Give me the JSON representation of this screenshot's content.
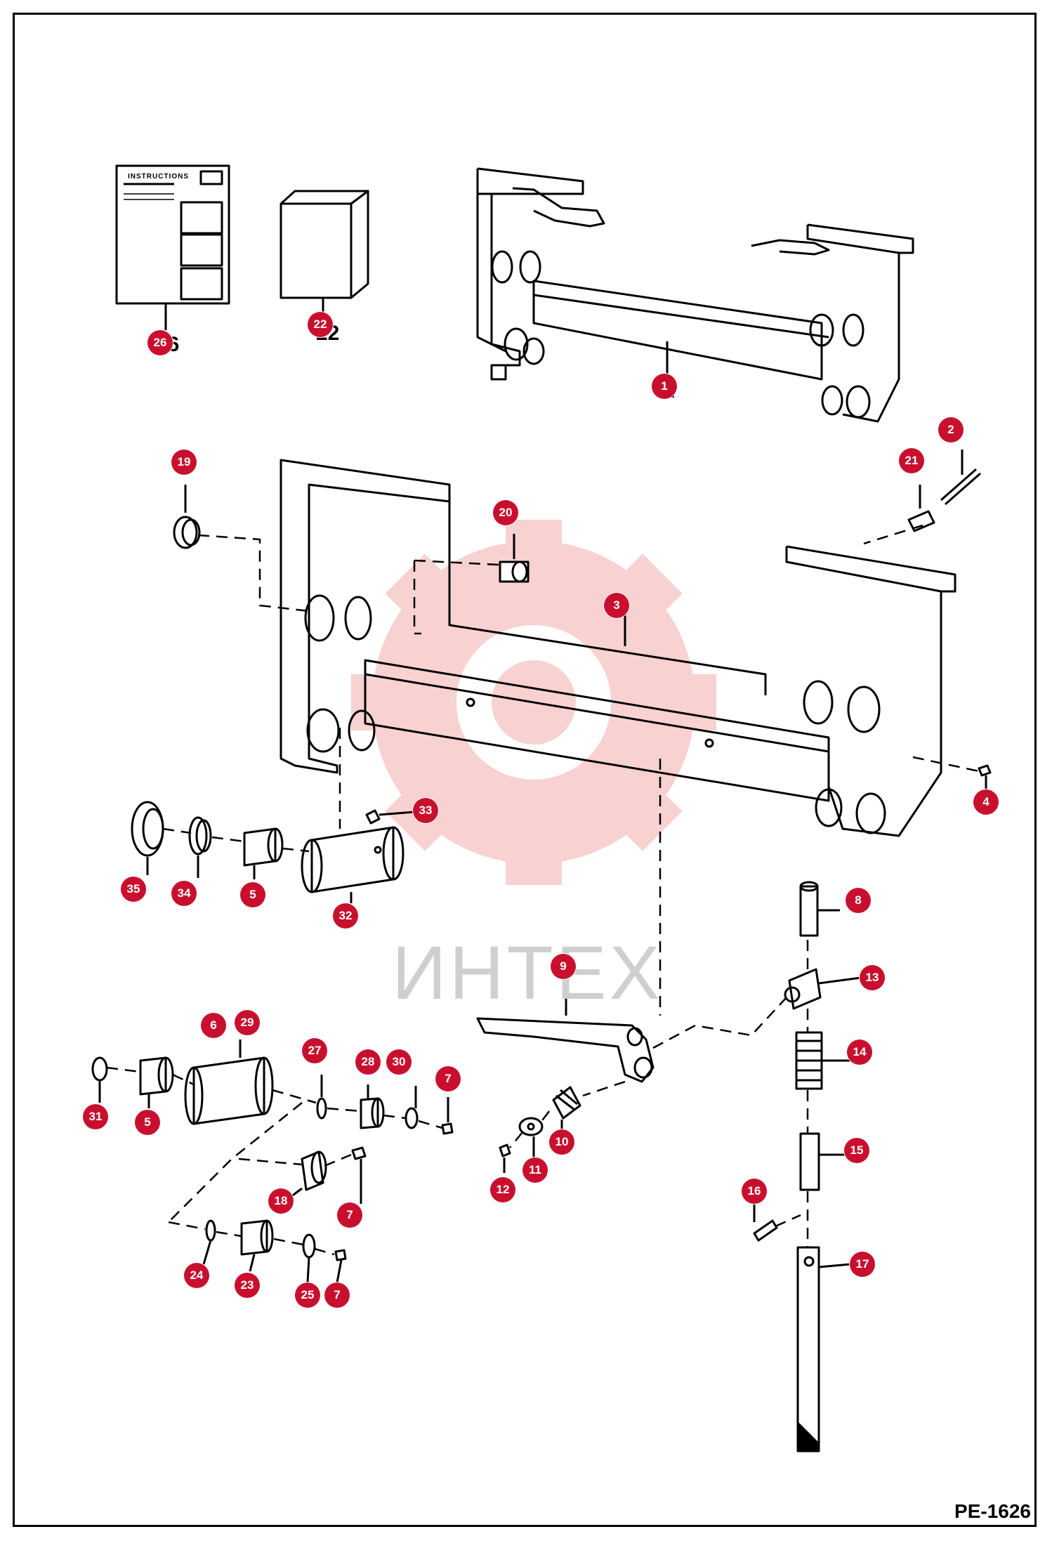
{
  "sheet": {
    "drawing_id": "PE-1626",
    "watermark": "ИНТЕХ",
    "instructions_label": "INSTRUCTIONS",
    "accent_color": "#c8102e",
    "watermark_color": "#f2b4b4"
  },
  "callouts": [
    {
      "id": "26",
      "label": "26"
    },
    {
      "id": "22",
      "label": "22"
    },
    {
      "id": "1",
      "label": "1"
    },
    {
      "id": "2",
      "label": "2"
    },
    {
      "id": "21",
      "label": "21"
    },
    {
      "id": "19",
      "label": "19"
    },
    {
      "id": "20",
      "label": "20"
    },
    {
      "id": "3",
      "label": "3"
    },
    {
      "id": "4",
      "label": "4"
    },
    {
      "id": "33",
      "label": "33"
    },
    {
      "id": "35",
      "label": "35"
    },
    {
      "id": "34",
      "label": "34"
    },
    {
      "id": "5a",
      "label": "5"
    },
    {
      "id": "32",
      "label": "32"
    },
    {
      "id": "8",
      "label": "8"
    },
    {
      "id": "9",
      "label": "9"
    },
    {
      "id": "13",
      "label": "13"
    },
    {
      "id": "6",
      "label": "6"
    },
    {
      "id": "29",
      "label": "29"
    },
    {
      "id": "27",
      "label": "27"
    },
    {
      "id": "28",
      "label": "28"
    },
    {
      "id": "30",
      "label": "30"
    },
    {
      "id": "7a",
      "label": "7"
    },
    {
      "id": "14",
      "label": "14"
    },
    {
      "id": "31",
      "label": "31"
    },
    {
      "id": "5b",
      "label": "5"
    },
    {
      "id": "10",
      "label": "10"
    },
    {
      "id": "11",
      "label": "11"
    },
    {
      "id": "12",
      "label": "12"
    },
    {
      "id": "15",
      "label": "15"
    },
    {
      "id": "18",
      "label": "18"
    },
    {
      "id": "7b",
      "label": "7"
    },
    {
      "id": "16",
      "label": "16"
    },
    {
      "id": "24",
      "label": "24"
    },
    {
      "id": "23",
      "label": "23"
    },
    {
      "id": "25",
      "label": "25"
    },
    {
      "id": "7c",
      "label": "7"
    },
    {
      "id": "17",
      "label": "17"
    }
  ]
}
